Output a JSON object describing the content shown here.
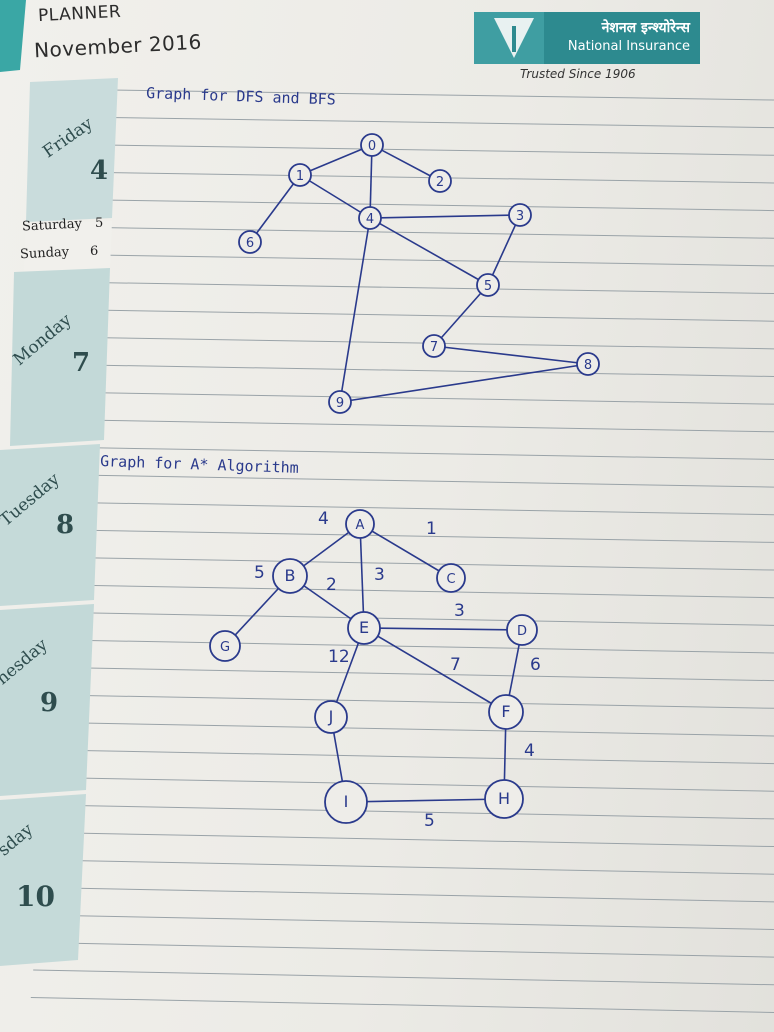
{
  "header": {
    "planner_label": "PLANNER",
    "month": "November 2016"
  },
  "brand": {
    "hindi_name": "नेशनल इन्श्योरेन्स",
    "name": "National Insurance",
    "tagline": "Trusted Since 1906",
    "color": "#2d8a8f"
  },
  "days": [
    {
      "name": "Friday",
      "num": "4"
    },
    {
      "name": "Saturday",
      "num": "5"
    },
    {
      "name": "Sunday",
      "num": "6"
    },
    {
      "name": "Monday",
      "num": "7"
    },
    {
      "name": "Tuesday",
      "num": "8"
    },
    {
      "name": "nesday",
      "num": "9"
    },
    {
      "name": "sday",
      "num": "10"
    }
  ],
  "notes": {
    "dfs_title": "Graph for DFS and BFS",
    "astar_title": "Graph for A* Algorithm"
  },
  "dfs_graph": {
    "nodes": [
      "0",
      "1",
      "2",
      "3",
      "4",
      "5",
      "6",
      "7",
      "8",
      "9"
    ],
    "edges": [
      [
        "0",
        "1"
      ],
      [
        "0",
        "2"
      ],
      [
        "0",
        "4"
      ],
      [
        "1",
        "4"
      ],
      [
        "1",
        "6"
      ],
      [
        "4",
        "3"
      ],
      [
        "4",
        "5"
      ],
      [
        "4",
        "9"
      ],
      [
        "3",
        "5"
      ],
      [
        "5",
        "7"
      ],
      [
        "7",
        "8"
      ],
      [
        "8",
        "9"
      ]
    ]
  },
  "astar_graph": {
    "nodes": [
      "A",
      "B",
      "C",
      "D",
      "E",
      "F",
      "G",
      "H",
      "I",
      "J"
    ],
    "edges": [
      {
        "from": "A",
        "to": "B",
        "weight": "4"
      },
      {
        "from": "A",
        "to": "C",
        "weight": "1"
      },
      {
        "from": "A",
        "to": "E",
        "weight": "3"
      },
      {
        "from": "B",
        "to": "E",
        "weight": "2"
      },
      {
        "from": "B",
        "to": "G",
        "weight": "5"
      },
      {
        "from": "E",
        "to": "D",
        "weight": "3"
      },
      {
        "from": "E",
        "to": "J",
        "weight": "12"
      },
      {
        "from": "E",
        "to": "F",
        "weight": "7"
      },
      {
        "from": "D",
        "to": "F",
        "weight": "6"
      },
      {
        "from": "F",
        "to": "H",
        "weight": "4"
      },
      {
        "from": "J",
        "to": "I",
        "weight": ""
      },
      {
        "from": "I",
        "to": "H",
        "weight": "5"
      }
    ]
  },
  "ink_color": "#2a3a8c"
}
